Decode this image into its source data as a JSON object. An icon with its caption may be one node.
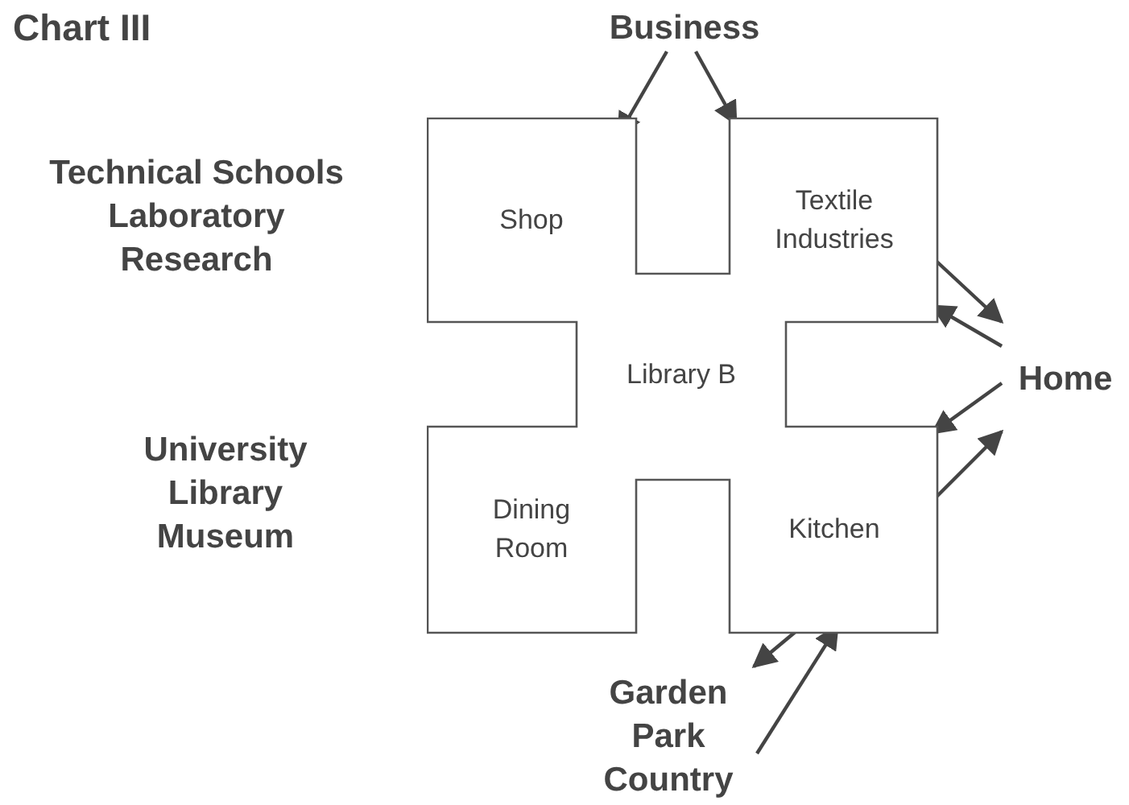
{
  "diagram": {
    "title": "Chart III",
    "nodes": [
      {
        "text": [
          "Business"
        ]
      },
      {
        "text": [],
        "shape": "cross"
      },
      {
        "text": [
          "Shop"
        ],
        "in": 1
      },
      {
        "text": [
          "Textile Industries"
        ],
        "in": 1
      },
      {
        "text": [
          "Library B"
        ],
        "in": 1
      },
      {
        "text": [
          "Dining Room"
        ],
        "in": 1
      },
      {
        "text": [
          "Kitchen"
        ],
        "in": 1
      },
      {
        "text": [
          "Home"
        ]
      },
      {
        "text": [
          "Garden Park Country"
        ]
      }
    ],
    "edges": [
      {
        "from": 0,
        "to": 2,
        "arrow": "to"
      },
      {
        "from": 0,
        "to": 3,
        "arrow": "to"
      },
      {
        "from": 3,
        "to": 7,
        "arrow": "to"
      },
      {
        "from": 7,
        "to": 3,
        "arrow": "to"
      },
      {
        "from": 7,
        "to": 6,
        "arrow": "to"
      },
      {
        "from": 6,
        "to": 7,
        "arrow": "to"
      },
      {
        "from": 6,
        "to": 8,
        "arrow": "to"
      },
      {
        "from": 8,
        "to": 6,
        "arrow": "to"
      }
    ],
    "labels": [
      "Technical Schools Laboratory Research",
      "University Library Museum"
    ]
  }
}
